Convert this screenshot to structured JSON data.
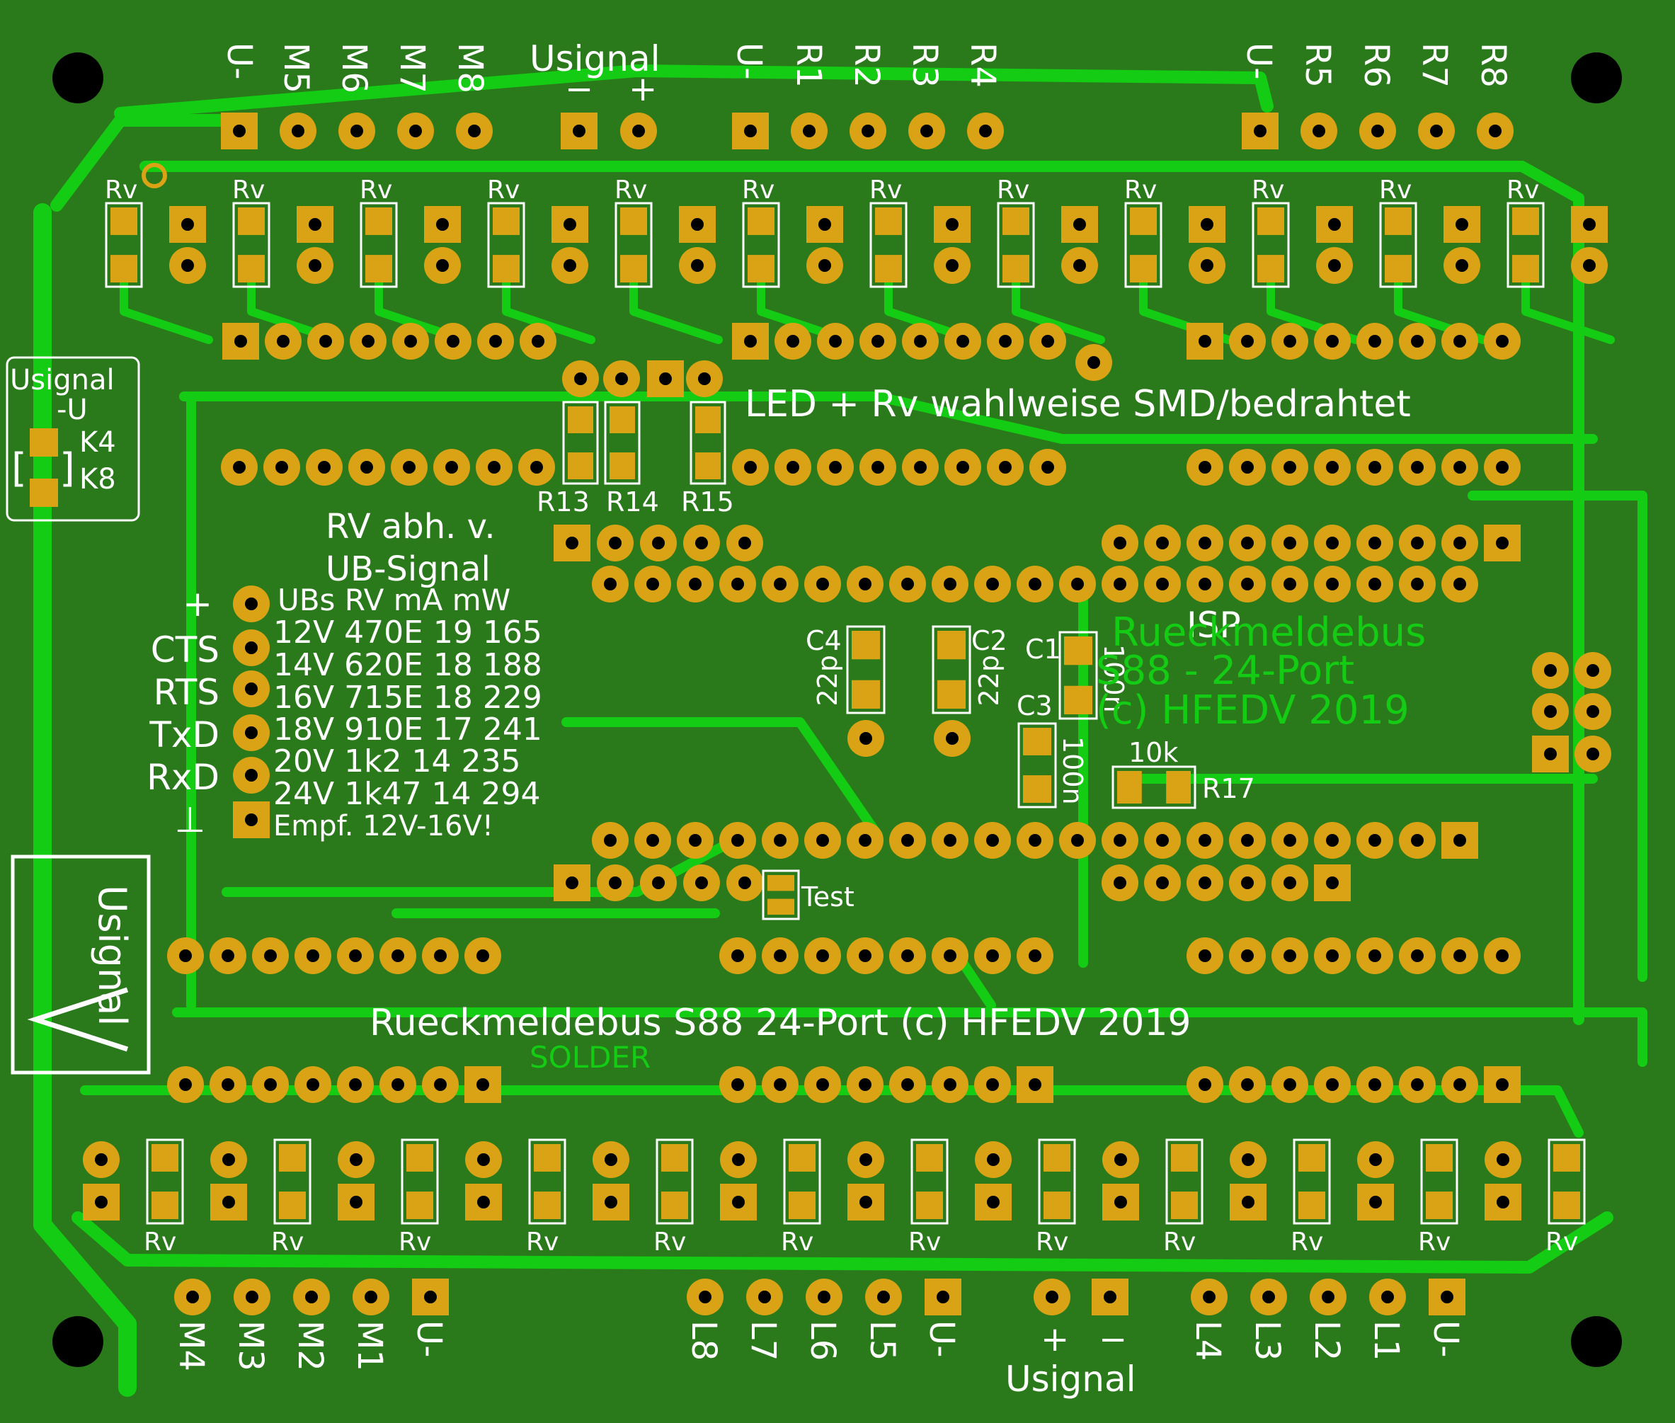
{
  "colors": {
    "board": "#2a7a1c",
    "copper": "#13cc13",
    "pad": "#d9a315",
    "silk": "#ffffff",
    "hole": "#000000"
  },
  "header_top": {
    "m_labels": [
      "U-",
      "M5",
      "M6",
      "M7",
      "M8"
    ],
    "usignal_title": "Usignal",
    "usignal_pins": [
      "−",
      "+"
    ],
    "r1_labels": [
      "U-",
      "R1",
      "R2",
      "R3",
      "R4"
    ],
    "r2_labels": [
      "U-",
      "R5",
      "R6",
      "R7",
      "R8"
    ]
  },
  "header_bottom": {
    "m_labels": [
      "M4",
      "M3",
      "M2",
      "M1",
      "U-"
    ],
    "l_labels_a": [
      "L8",
      "L7",
      "L6",
      "L5",
      "U-"
    ],
    "usignal_pins": [
      "+",
      "−"
    ],
    "usignal_title": "Usignal",
    "l_labels_b": [
      "L4",
      "L3",
      "L2",
      "L1",
      "U-"
    ]
  },
  "rv_label": "Rv",
  "jumper": {
    "line1": "Usignal",
    "line2": "-U",
    "k4": "K4",
    "k8": "K8",
    "bracket_left": "[",
    "bracket_right": "]"
  },
  "notes": {
    "led_rv": "LED + Rv wahlweise SMD/bedrahtet",
    "rv_abh_1": "RV abh. v.",
    "rv_abh_2": "UB-Signal",
    "table_header": "UBs  RV   mA  mW",
    "table_rows": [
      "12V 470E 19 165",
      "14V 620E 18 188",
      "16V 715E 18 229",
      "18V 910E 17 241",
      "20V 1k2   14 235",
      "24V 1k47 14 294"
    ],
    "recommend": "Empf. 12V-16V!"
  },
  "serial_labels": [
    "+",
    "CTS",
    "RTS",
    "TxD",
    "RxD",
    "⊥"
  ],
  "components": {
    "r13": "R13",
    "r14": "R14",
    "r15": "R15",
    "c4": "C4",
    "c4_val": "22p",
    "c2": "C2",
    "c2_val": "22p",
    "c1": "C1",
    "c1_val": "100n",
    "c3": "C3",
    "c3_val": "100n",
    "r17": "R17",
    "r17_val": "10k",
    "test": "Test",
    "isp": "ISP"
  },
  "copper_title": [
    "Rueckmeldebus",
    "S88 - 24-Port",
    "(c) HFEDV 2019"
  ],
  "main_title": "Rueckmeldebus S88 24-Port (c) HFEDV 2019",
  "solder_label": "SOLDER",
  "usignal_box_label": "Usignal"
}
